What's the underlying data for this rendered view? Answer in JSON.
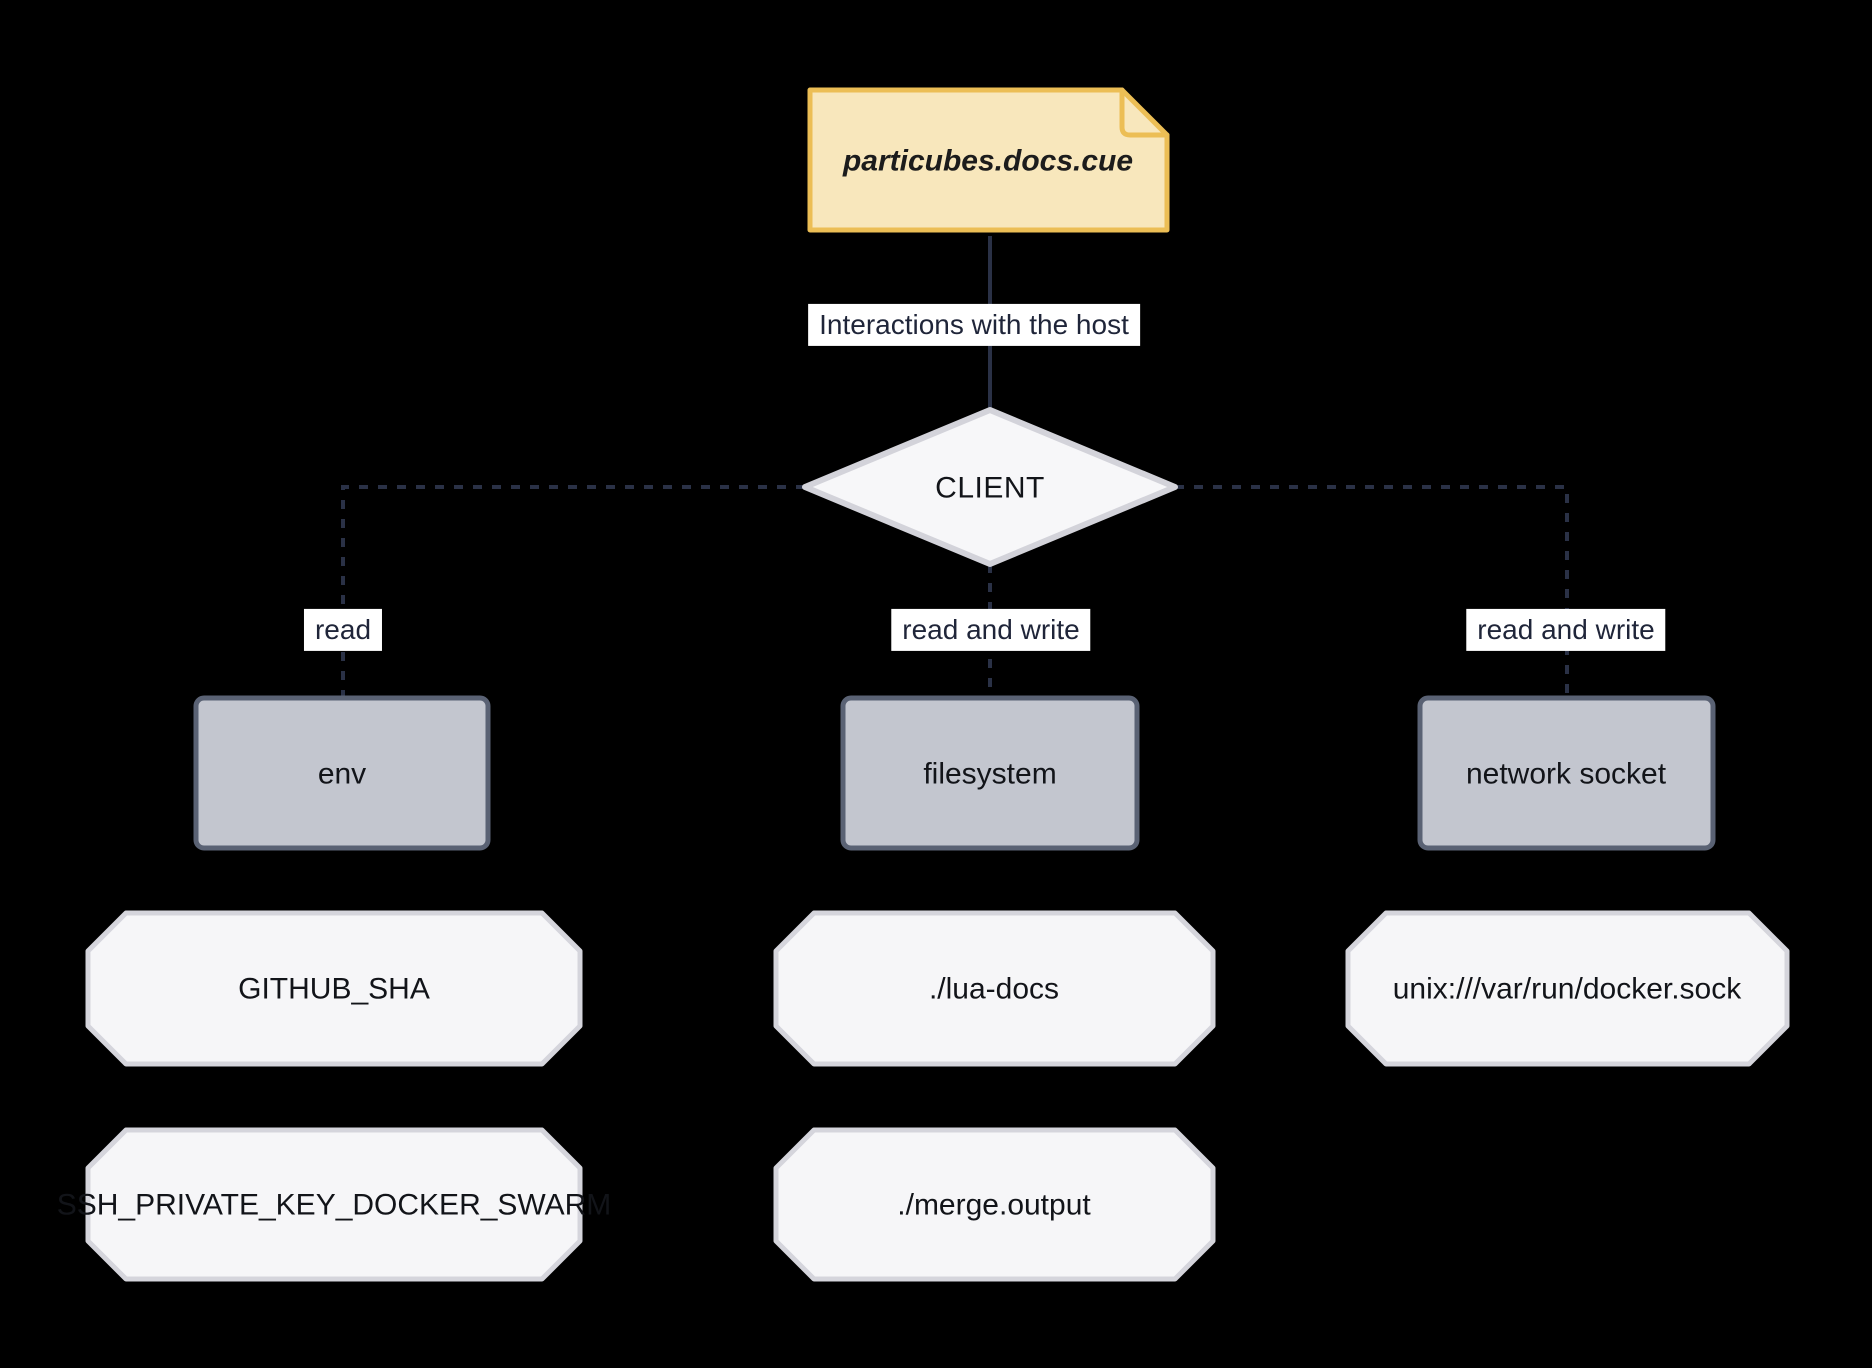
{
  "note": {
    "label": "particubes.docs.cue"
  },
  "client": {
    "label": "CLIENT"
  },
  "edges": {
    "host_interaction_label": "Interactions with the host",
    "env_label": "read",
    "filesystem_label": "read and write",
    "network_label": "read and write"
  },
  "nodes": {
    "env": "env",
    "filesystem": "filesystem",
    "network_socket": "network socket",
    "github_sha": "GITHUB_SHA",
    "ssh_key": "SSH_PRIVATE_KEY_DOCKER_SWARM",
    "lua_docs": "./lua-docs",
    "merge_output": "./merge.output",
    "docker_sock": "unix:///var/run/docker.sock"
  },
  "colors": {
    "background": "#000000",
    "note_fill": "#F8E7BC",
    "note_stroke": "#ECBE55",
    "note_text": "#1C1C1C",
    "box_fill": "#C3C6CF",
    "box_stroke": "#5A6274",
    "diamond_fill": "#F7F7F9",
    "diamond_stroke": "#D3D3DA",
    "octagon_fill": "#F6F6F8",
    "octagon_stroke": "#D5D5DC",
    "edge_line": "#2A3146",
    "edge_label_bg": "#FFFFFF",
    "edge_label_text": "#1F2539",
    "node_text": "#121419"
  }
}
